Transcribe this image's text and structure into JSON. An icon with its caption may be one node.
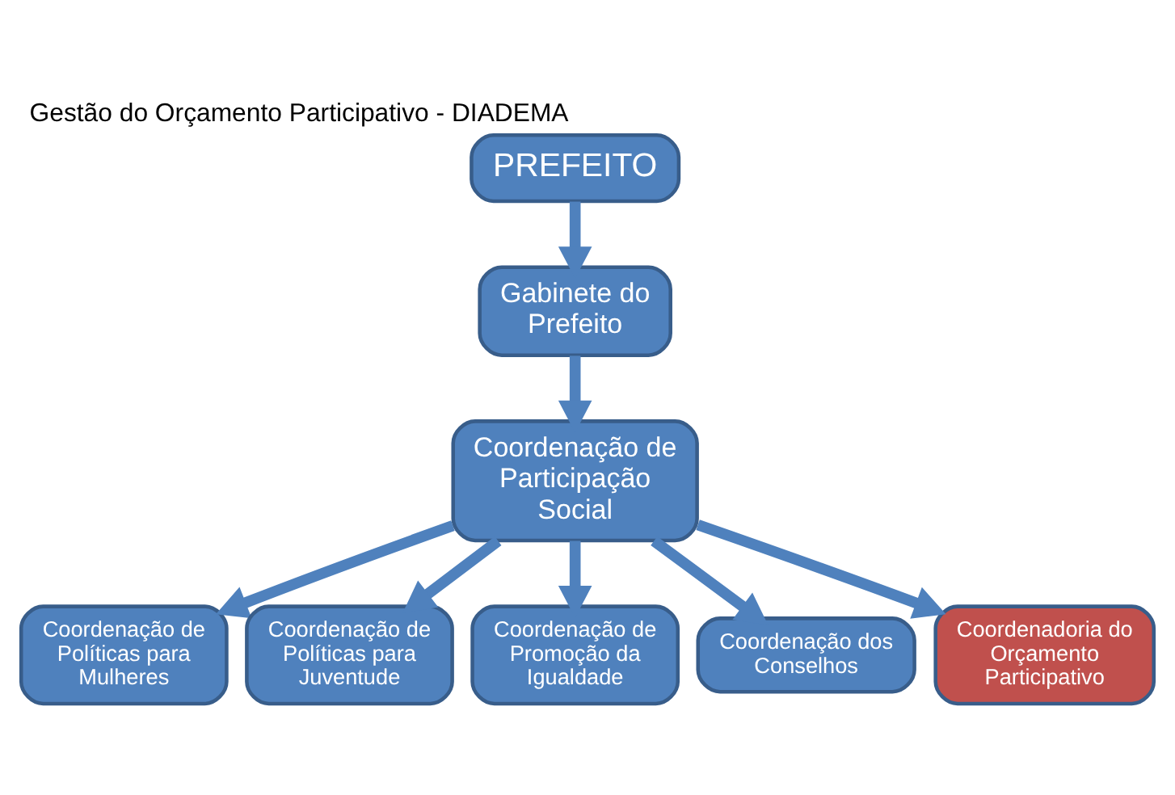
{
  "diagram": {
    "title": "Gestão do Orçamento Participativo - DIADEMA",
    "nodes": [
      {
        "text": [
          "PREFEITO"
        ]
      },
      {
        "text": [
          "Gabinete do Prefeito"
        ]
      },
      {
        "text": [
          "Coordenação de Participação Social"
        ]
      },
      {
        "text": [
          "Coordenação de Políticas para Mulheres"
        ]
      },
      {
        "text": [
          "Coordenação de Políticas para Juventude"
        ]
      },
      {
        "text": [
          "Coordenação de Promoção da Igualdade"
        ]
      },
      {
        "text": [
          "Coordenação dos Conselhos"
        ]
      },
      {
        "text": [
          "Coordenadoria do Orçamento Participativo"
        ]
      }
    ],
    "edges": [
      {
        "from": 0,
        "to": 1,
        "arrow": "to"
      },
      {
        "from": 1,
        "to": 2,
        "arrow": "to"
      },
      {
        "from": 2,
        "to": 3,
        "arrow": "to"
      },
      {
        "from": 2,
        "to": 4,
        "arrow": "to"
      },
      {
        "from": 2,
        "to": 5,
        "arrow": "to"
      },
      {
        "from": 2,
        "to": 6,
        "arrow": "to"
      },
      {
        "from": 2,
        "to": 7,
        "arrow": "to"
      }
    ]
  }
}
